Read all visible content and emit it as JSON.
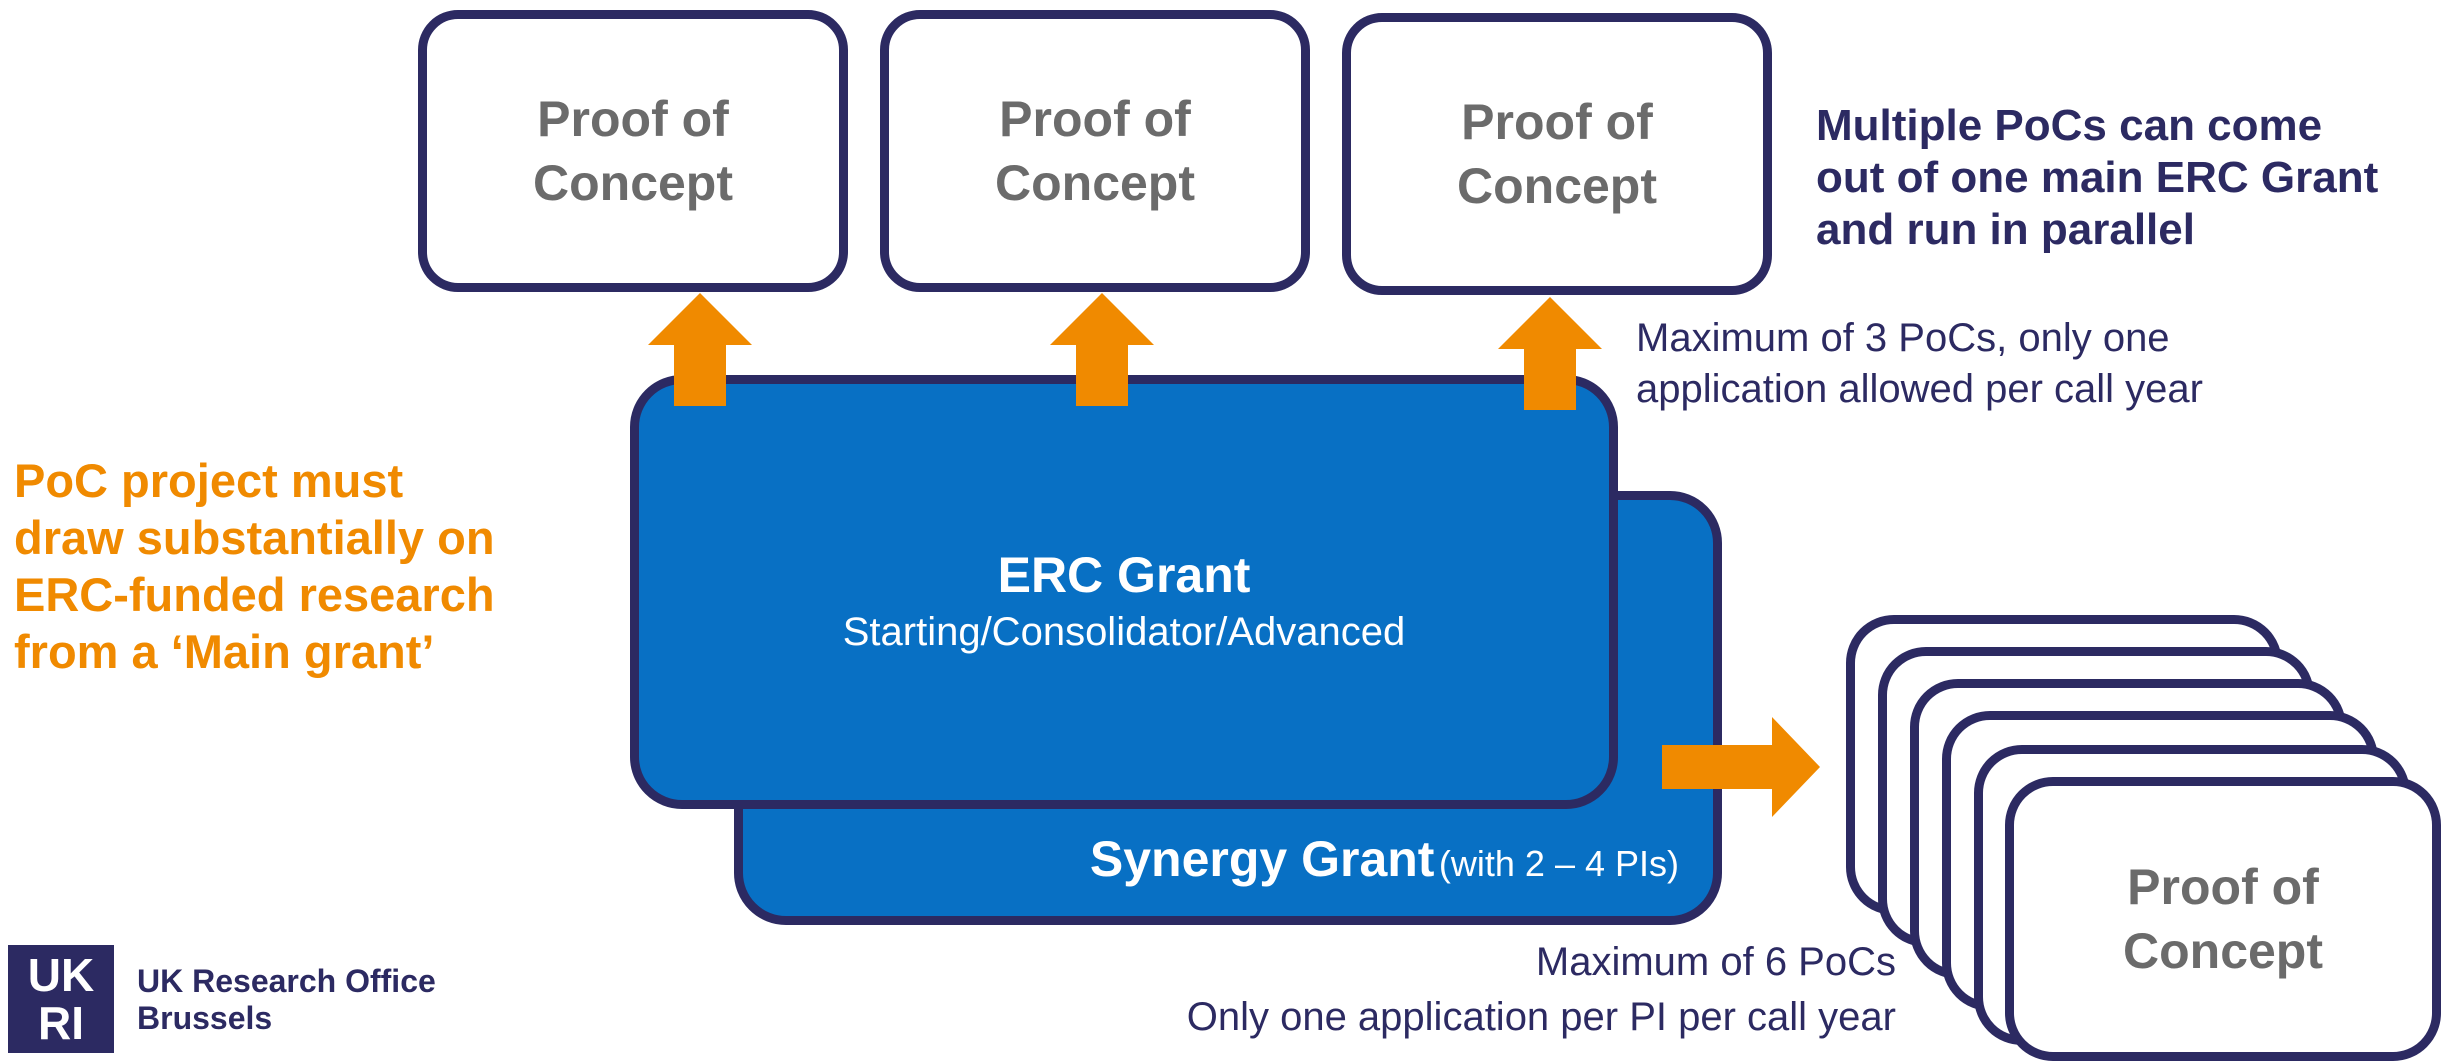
{
  "top_pocs": [
    {
      "line1": "Proof of",
      "line2": "Concept"
    },
    {
      "line1": "Proof of",
      "line2": "Concept"
    },
    {
      "line1": "Proof of",
      "line2": "Concept"
    }
  ],
  "multiple_note": {
    "line1": "Multiple PoCs can come",
    "line2": "out of one main ERC Grant",
    "line3": "and run in parallel"
  },
  "max3_note": {
    "line1": "Maximum of 3 PoCs, only one",
    "line2": "application allowed per call year"
  },
  "left_note": {
    "line1": "PoC project must",
    "line2": "draw substantially on",
    "line3": "ERC-funded research",
    "line4": "from a ‘Main grant’"
  },
  "erc_grant": {
    "title": "ERC Grant",
    "subtitle": "Starting/Consolidator/Advanced"
  },
  "synergy_grant": {
    "title": "Synergy Grant",
    "subtitle": "(with 2 – 4 PIs)"
  },
  "stack_poc": {
    "line1": "Proof of",
    "line2": "Concept"
  },
  "max6_note": {
    "line1": "Maximum of 6 PoCs",
    "line2": "Only one application per PI per call year"
  },
  "logo": {
    "mark_top": "UK",
    "mark_bottom": "RI",
    "line1": "UK Research Office",
    "line2": "Brussels"
  },
  "colors": {
    "navy": "#2c2a62",
    "blue": "#0870c4",
    "orange": "#f08a00",
    "grey": "#6b6b6b"
  }
}
